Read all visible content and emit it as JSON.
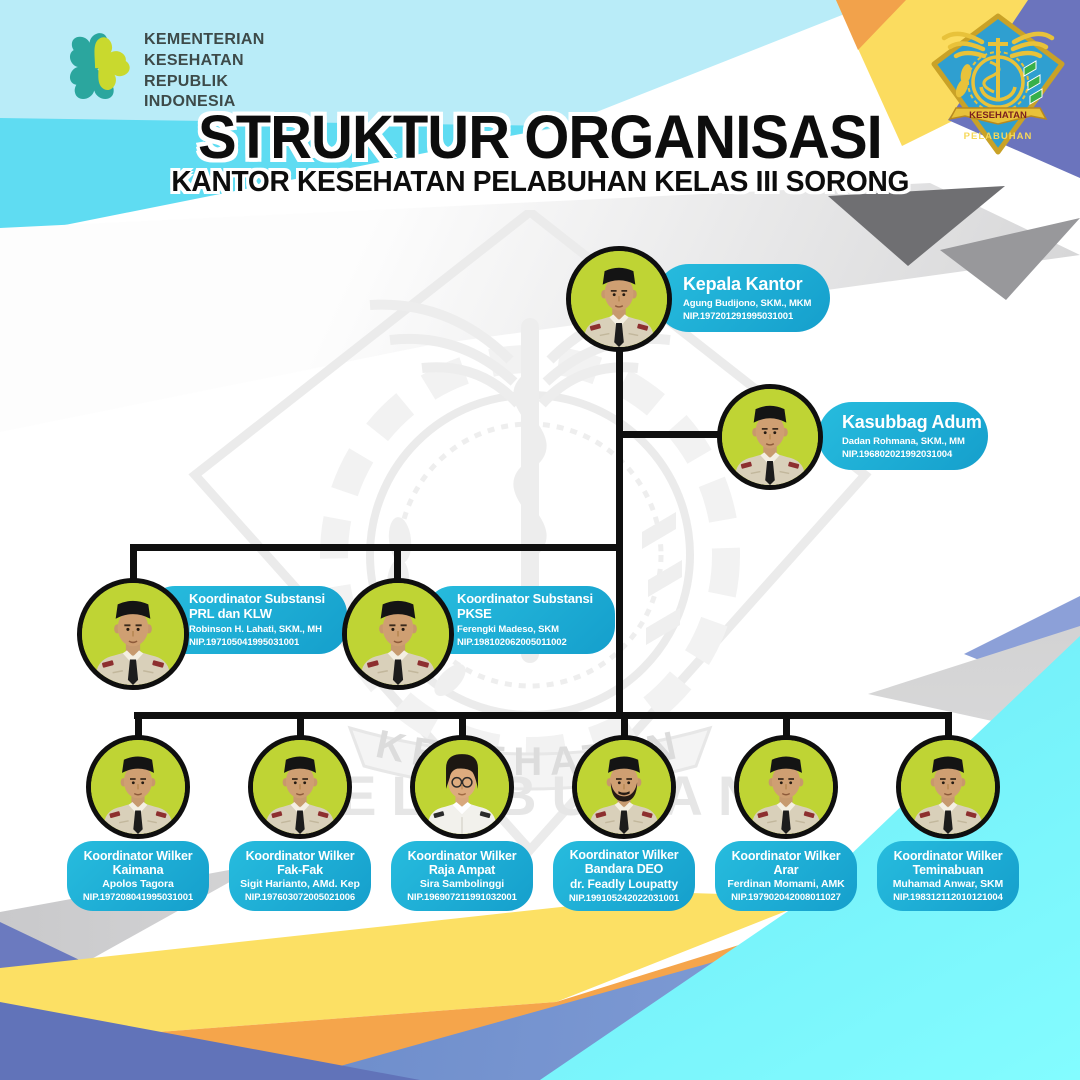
{
  "header": {
    "ministry": {
      "lines": [
        "KEMENTERIAN",
        "KESEHATAN",
        "REPUBLIK",
        "INDONESIA"
      ]
    },
    "badge": {
      "banner": "KESEHATAN",
      "subtext": "PELABUHAN"
    },
    "title": "STRUKTUR ORGANISASI",
    "subtitle": "KANTOR KESEHATAN PELABUHAN KELAS III SORONG"
  },
  "watermark": {
    "arc_text": "KESEHATAN",
    "bottom_text": "PELABUHAN"
  },
  "org": {
    "nodes": [
      {
        "role": "Kepala Kantor",
        "role2": "",
        "name": "Agung Budijono, SKM., MKM",
        "nip": "NIP.197201291995031001"
      },
      {
        "role": "Kasubbag Adum",
        "role2": "",
        "name": "Dadan Rohmana, SKM., MM",
        "nip": "NIP.196802021992031004"
      },
      {
        "role": "Koordinator Substansi",
        "role2": "PRL dan KLW",
        "name": "Robinson H. Lahati, SKM., MH",
        "nip": "NIP.197105041995031001"
      },
      {
        "role": "Koordinator Substansi",
        "role2": "PKSE",
        "name": "Ferengki Madeso, SKM",
        "nip": "NIP.198102062005011002"
      },
      {
        "role": "Koordinator Wilker",
        "role2": "Kaimana",
        "name": "Apolos Tagora",
        "nip": "NIP.197208041995031001"
      },
      {
        "role": "Koordinator Wilker",
        "role2": "Fak-Fak",
        "name": "Sigit Harianto, AMd. Kep",
        "nip": "NIP.197603072005021006"
      },
      {
        "role": "Koordinator Wilker",
        "role2": "Raja Ampat",
        "name": "Sira Sambolinggi",
        "nip": "NIP.196907211991032001"
      },
      {
        "role": "Koordinator Wilker",
        "role2": "Bandara DEO",
        "name": "dr. Feadly Loupatty",
        "nip": "NIP.199105242022031001"
      },
      {
        "role": "Koordinator Wilker",
        "role2": "Arar",
        "name": "Ferdinan Momami, AMK",
        "nip": "NIP.197902042008011027"
      },
      {
        "role": "Koordinator Wilker",
        "role2": "Teminabuan",
        "name": "Muhamad Anwar, SKM",
        "nip": "NIP.198312112010121004"
      }
    ]
  },
  "colors": {
    "box_cyan": "#1db4d8",
    "photo_ring": "#0f0f0f",
    "photo_bg": "#bfd434",
    "connector_black": "#0f0f0f",
    "accent_cyan_light": "#b9ecf8",
    "accent_cyan_bright": "#5fdcf2",
    "accent_yellow": "#fce064",
    "accent_orange": "#f5a54b",
    "accent_periwinkle": "#6b7abf",
    "accent_silver": "#c2c2c4",
    "badge_blue": "#2f9fd0",
    "badge_gold": "#e8c23a",
    "logo_teal": "#2ba69e",
    "logo_lime": "#c9d92e"
  }
}
